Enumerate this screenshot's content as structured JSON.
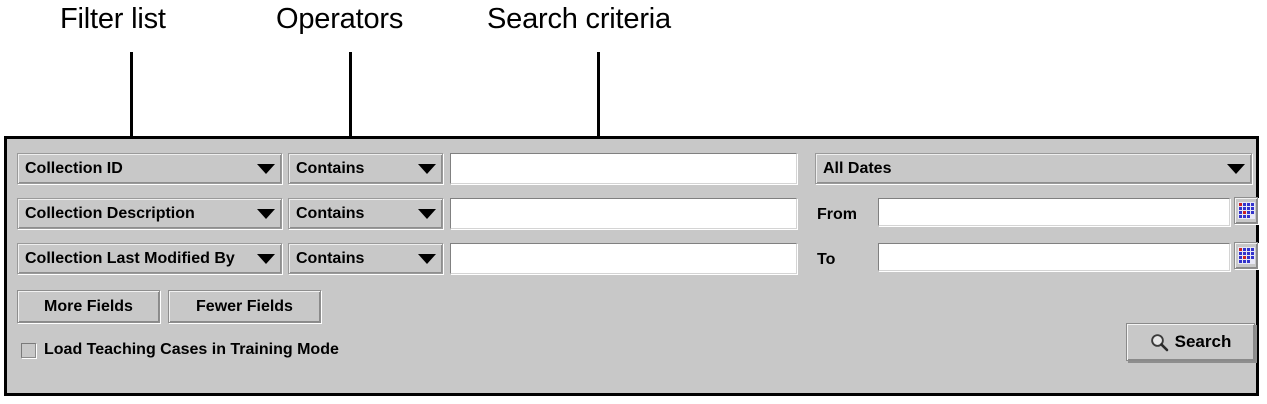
{
  "annotations": [
    {
      "label": "Filter list",
      "icon": "leader-line"
    },
    {
      "label": "Operators",
      "icon": "leader-line"
    },
    {
      "label": "Search criteria",
      "icon": "leader-line"
    }
  ],
  "panel": {
    "background_color": "#c8c8c8",
    "border_color": "#000000"
  },
  "filter_rows": [
    {
      "field": "Collection ID",
      "operator": "Contains",
      "criteria_value": "",
      "criteria_placeholder": ""
    },
    {
      "field": "Collection Description",
      "operator": "Contains",
      "criteria_value": "",
      "criteria_placeholder": ""
    },
    {
      "field": "Collection Last Modified By",
      "operator": "Contains",
      "criteria_value": "",
      "criteria_placeholder": ""
    }
  ],
  "date_panel": {
    "range_selected": "All Dates",
    "from_label": "From",
    "from_value": "",
    "to_label": "To",
    "to_value": "",
    "calendar_icon_name": "calendar-icon",
    "calendar_colors": {
      "cell": "#3333cc",
      "accent": "#cc2222",
      "paper": "#e8e8f5"
    }
  },
  "field_buttons": {
    "more_label": "More Fields",
    "fewer_label": "Fewer Fields"
  },
  "training_mode": {
    "label": "Load Teaching Cases in Training Mode",
    "checked": false
  },
  "search": {
    "label": "Search",
    "icon": "magnifier-icon"
  }
}
